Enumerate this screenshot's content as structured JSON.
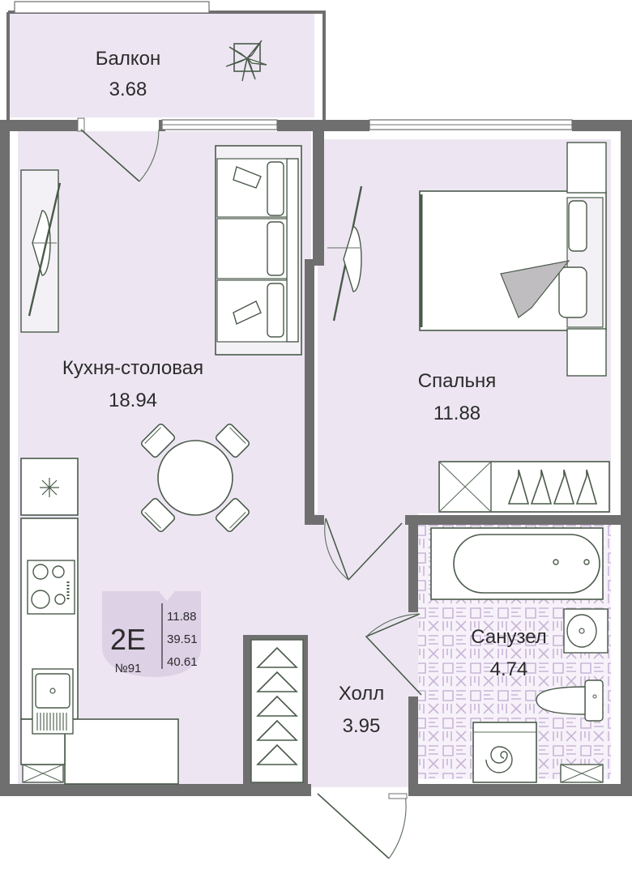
{
  "colors": {
    "wall": "#6f6f6f",
    "room_fill": "#ede6f2",
    "furniture_line": "#4a5a4a",
    "tile_pattern": "#c9b6d6",
    "badge_fill": "#ddd1e6"
  },
  "rooms": [
    {
      "id": "balcony",
      "name": "Балкон",
      "area": "3.68"
    },
    {
      "id": "kitchen",
      "name": "Кухня-столовая",
      "area": "18.94"
    },
    {
      "id": "bedroom",
      "name": "Спальня",
      "area": "11.88"
    },
    {
      "id": "bathroom",
      "name": "Санузел",
      "area": "4.74"
    },
    {
      "id": "hall",
      "name": "Холл",
      "area": "3.95"
    }
  ],
  "badge": {
    "type": "2E",
    "number": "№91",
    "living_area": "11.88",
    "area_without_balcony": "39.51",
    "total_area": "40.61"
  },
  "icons": [
    "plant-icon",
    "sofa-icon",
    "tv-icon",
    "bed-icon",
    "wardrobe-icon",
    "hanger-icon",
    "bathtub-icon",
    "sink-icon",
    "toilet-icon",
    "washing-machine-icon",
    "stove-icon",
    "kitchen-sink-icon",
    "fridge-icon",
    "dining-table-icon",
    "ventilation-icon"
  ]
}
